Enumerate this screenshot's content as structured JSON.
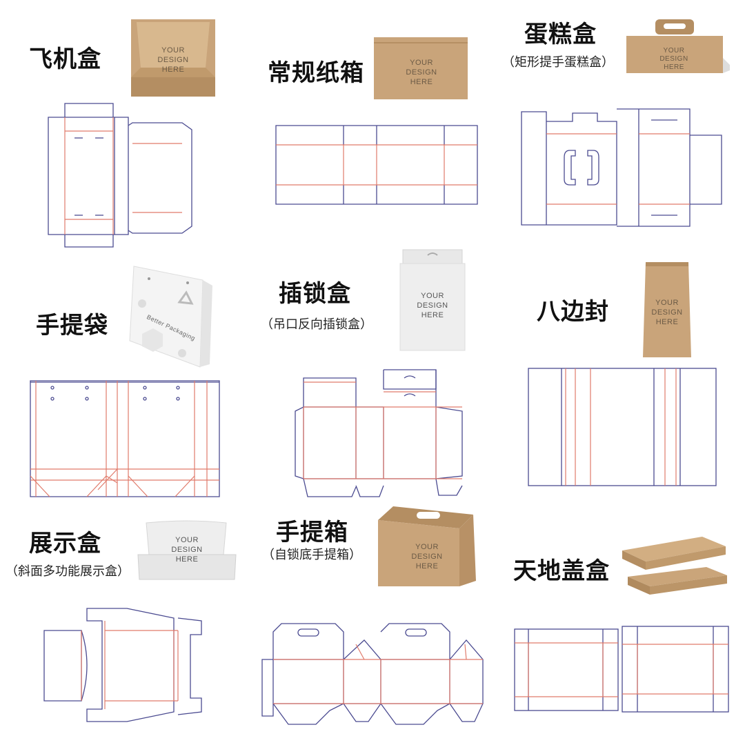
{
  "colors": {
    "kraft": "#c9a47a",
    "kraft_dark": "#a8845c",
    "cut_line": "#4a4a90",
    "fold_line": "#e07a6a",
    "white_box": "#eeeeee"
  },
  "mockup_text": "YOUR\nDESIGN\nHERE",
  "boxes": [
    {
      "id": "airplane",
      "title": "飞机盒",
      "subtitle": ""
    },
    {
      "id": "regular",
      "title": "常规纸箱",
      "subtitle": ""
    },
    {
      "id": "cake",
      "title": "蛋糕盒",
      "subtitle": "（矩形提手蛋糕盒）"
    },
    {
      "id": "bag",
      "title": "手提袋",
      "subtitle": "",
      "brand": "Better Packaging"
    },
    {
      "id": "tuck",
      "title": "插锁盒",
      "subtitle": "（吊口反向插锁盒）"
    },
    {
      "id": "pouch",
      "title": "八边封",
      "subtitle": ""
    },
    {
      "id": "display",
      "title": "展示盒",
      "subtitle": "（斜面多功能展示盒）"
    },
    {
      "id": "carry",
      "title": "手提箱",
      "subtitle": "（自锁底手提箱）"
    },
    {
      "id": "lid",
      "title": "天地盖盒",
      "subtitle": ""
    }
  ]
}
